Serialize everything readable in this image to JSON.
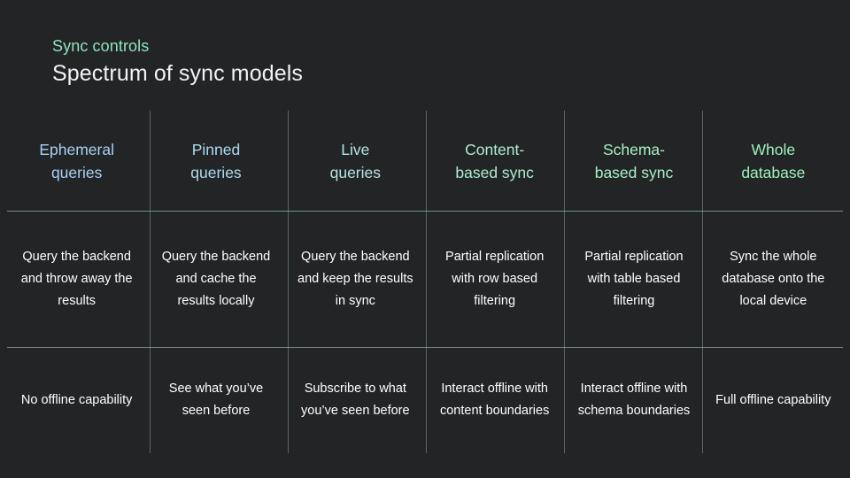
{
  "slide": {
    "background_color": "#232425",
    "eyebrow": "Sync controls",
    "eyebrow_color": "#8fe3bf",
    "title": "Spectrum of sync models",
    "title_color": "#f2f3f3",
    "rule_color": "#8aa9a0"
  },
  "table": {
    "columns": [
      {
        "header": "Ephemeral\nqueries",
        "header_line1": "Ephemeral",
        "header_line2": "queries",
        "header_color": "#a8d0f5",
        "description": "Query the backend and throw away the results",
        "offline": "No offline capability"
      },
      {
        "header": "Pinned\nqueries",
        "header_line1": "Pinned",
        "header_line2": "queries",
        "header_color": "#abdaf0",
        "description": "Query the backend and cache the results locally",
        "offline": "See what you’ve seen before"
      },
      {
        "header": "Live\nqueries",
        "header_line1": "Live",
        "header_line2": "queries",
        "header_color": "#b3e6e2",
        "description": "Query the backend and keep the results in sync",
        "offline": "Subscribe to what you’ve seen before"
      },
      {
        "header": "Content-\nbased sync",
        "header_line1": "Content-",
        "header_line2": "based sync",
        "header_color": "#aeecd2",
        "description": "Partial replication with row based filtering",
        "offline": "Interact offline with content boundaries"
      },
      {
        "header": "Schema-\nbased sync",
        "header_line1": "Schema-",
        "header_line2": "based sync",
        "header_color": "#a7f0c8",
        "description": "Partial replication with table based filtering",
        "offline": "Interact offline with schema boundaries"
      },
      {
        "header": "Whole\ndatabase",
        "header_line1": "Whole",
        "header_line2": "database",
        "header_color": "#9cf1bd",
        "description": "Sync the whole database onto the local device",
        "offline": "Full offline capability"
      }
    ]
  }
}
